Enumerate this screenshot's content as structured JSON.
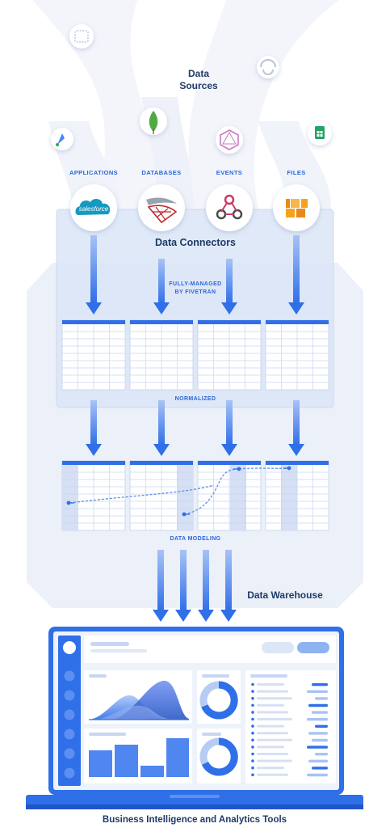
{
  "labels": {
    "data_sources": "Data Sources",
    "data_connectors": "Data Connectors",
    "fully_managed": "FULLY-MANAGED BY FIVETRAN",
    "normalized": "NORMALIZED",
    "data_modeling": "DATA MODELING",
    "data_warehouse": "Data Warehouse",
    "bi_tools": "Business Intelligence and Analytics Tools"
  },
  "categories": [
    {
      "label": "APPLICATIONS",
      "logo": "salesforce-logo",
      "logo_text": "salesforce"
    },
    {
      "label": "DATABASES",
      "logo": "sql-server-logo"
    },
    {
      "label": "EVENTS",
      "logo": "webhooks-logo"
    },
    {
      "label": "FILES",
      "logo": "amazon-s3-logo"
    }
  ],
  "floating_icons": [
    "warehouse-icon",
    "adwords-icon",
    "mongodb-icon",
    "graphql-icon",
    "google-sheets-icon",
    "fivetran-icon"
  ],
  "colors": {
    "primary_blue": "#2f6fe8",
    "arrow_light": "#8eb1f5",
    "navy_text": "#1f3a66",
    "accent_text": "#2c67d8",
    "salesforce": "#1798c1",
    "amazon_s3": "#f7a21b",
    "mongodb": "#4faa41",
    "webhooks_red": "#c73a63"
  }
}
